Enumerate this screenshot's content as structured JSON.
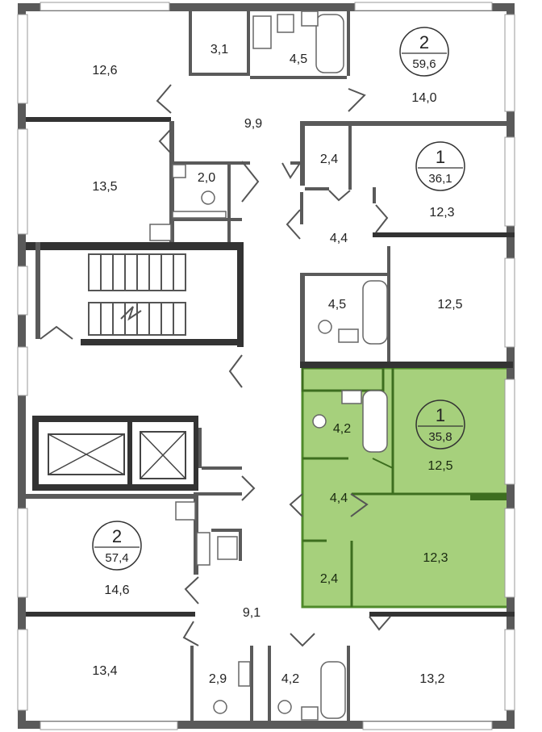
{
  "plan": {
    "apartments": [
      {
        "id": "apt-top-right",
        "rooms": "2",
        "area": "59,6"
      },
      {
        "id": "apt-mid-right",
        "rooms": "1",
        "area": "36,1"
      },
      {
        "id": "apt-highlight",
        "rooms": "1",
        "area": "35,8"
      },
      {
        "id": "apt-bottom-left",
        "rooms": "2",
        "area": "57,4"
      }
    ],
    "rooms": {
      "r_12_6": "12,6",
      "r_3_1": "3,1",
      "r_4_5_top": "4,5",
      "r_14_0": "14,0",
      "r_9_9": "9,9",
      "r_13_5": "13,5",
      "r_2_0": "2,0",
      "r_2_4_top": "2,4",
      "r_12_3_top": "12,3",
      "r_4_4_top": "4,4",
      "r_4_5_mid": "4,5",
      "r_12_5_top": "12,5",
      "r_4_2_hl": "4,2",
      "r_12_5_hl": "12,5",
      "r_4_4_hl": "4,4",
      "r_12_3_hl": "12,3",
      "r_2_4_hl": "2,4",
      "r_14_6": "14,6",
      "r_9_1": "9,1",
      "r_13_4": "13,4",
      "r_2_9": "2,9",
      "r_4_2_bot": "4,2",
      "r_13_2": "13,2"
    },
    "colors": {
      "highlight_fill": "#a6d07c",
      "highlight_border": "#4f8a2a",
      "wall": "#5a5a5a"
    }
  }
}
